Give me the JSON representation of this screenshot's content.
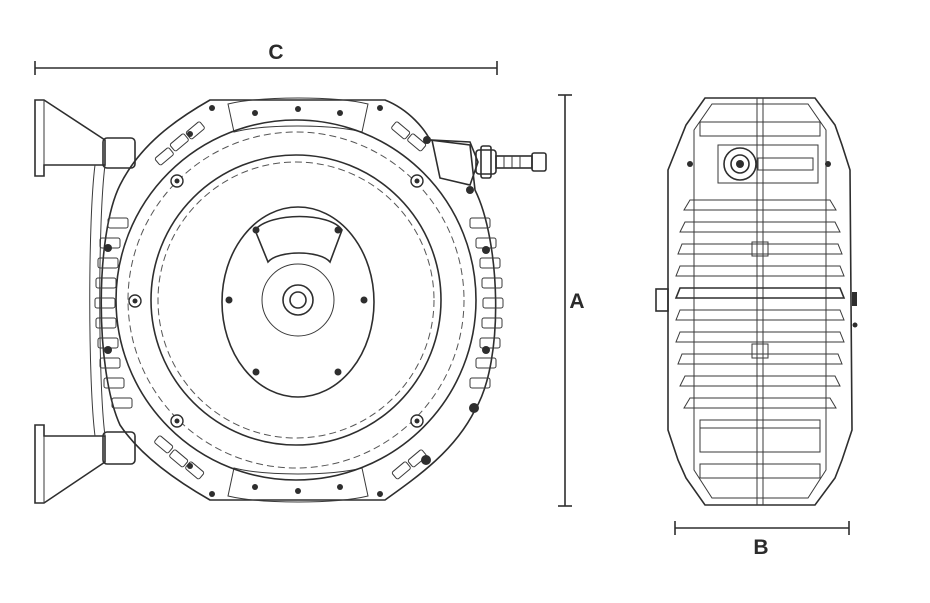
{
  "dimensions": {
    "a": "A",
    "b": "B",
    "c": "C"
  },
  "colors": {
    "line": "#2e2e2e",
    "background": "#ffffff"
  }
}
